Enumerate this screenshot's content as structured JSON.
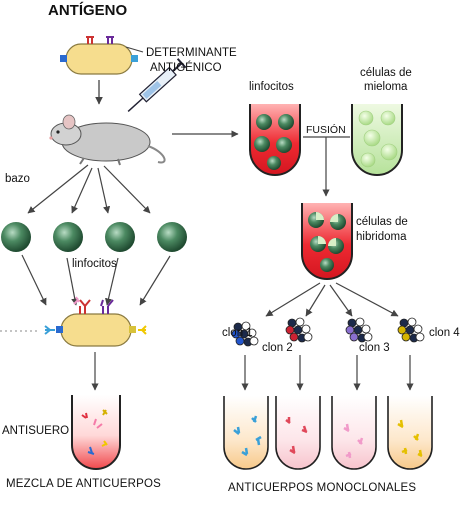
{
  "title": "ANTÍGENO",
  "labels": {
    "determinant_line1": "DETERMINANTE",
    "determinant_line2": "ANTIGÉNICO",
    "linfocitos_top": "linfocitos",
    "mieloma_line1": "células de",
    "mieloma_line2": "mieloma",
    "fusion": "FUSIÓN",
    "hibridoma_line1": "células de",
    "hibridoma_line2": "hibridoma",
    "bazo": "bazo",
    "linfocitos_mid": "linfocitos",
    "antisuero": "ANTISUERO",
    "mezcla": "MEZCLA DE ANTICUERPOS",
    "monoclonales": "ANTICUERPOS MONOCLONALES"
  },
  "clones": [
    {
      "label": "clon 1",
      "color": "#2255cc"
    },
    {
      "label": "clon 2",
      "color": "#cc2233"
    },
    {
      "label": "clon 3",
      "color": "#8a6fcf"
    },
    {
      "label": "clon 4",
      "color": "#d6b400"
    }
  ],
  "colors": {
    "antigen_fill": "#f6dd8e",
    "tube_red": "#e8242c",
    "tube_green": "#bfe6a4",
    "lymphocyte": "#3f7a55",
    "arrow": "#444444"
  }
}
